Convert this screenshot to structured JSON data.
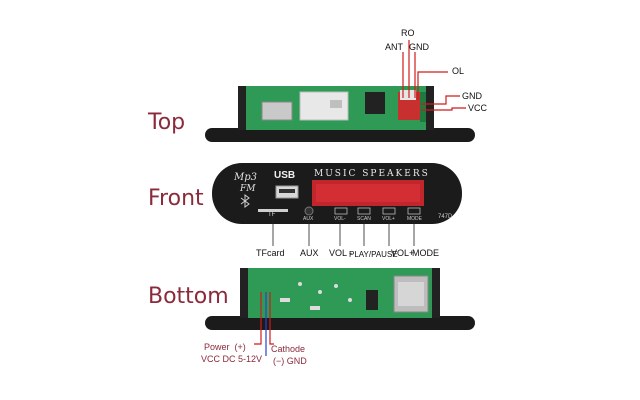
{
  "views": {
    "top": "Top",
    "front": "Front",
    "bottom": "Bottom"
  },
  "top_pins": {
    "ro": "RO",
    "ant": "ANT",
    "gnd": "GND",
    "ol": "OL",
    "gnd2": "GND",
    "vcc": "VCC"
  },
  "panel": {
    "logo_line1": "Mp3",
    "logo_line2": "FM",
    "usb": "USB",
    "brand": "MUSIC SPEAKERS",
    "tf_slot": "TF",
    "aux_jack": "AUX",
    "btn_vol_minus": "VOL-",
    "btn_scan": "SCAN",
    "btn_vol_plus": "VOL+",
    "btn_mode": "MODE",
    "model": "747D",
    "bluetooth_icon": "bluetooth-icon"
  },
  "front_labels": {
    "tfcard": "TFcard",
    "aux": "AUX",
    "vol_minus": "VOL -",
    "play_pause": "PLAY/PAUSE",
    "vol_plus": "VOL+",
    "mode": "MODE"
  },
  "bottom_labels": {
    "power": "Power  (+)",
    "vcc": "VCC DC 5-12V",
    "cathode": "Cathode",
    "gnd": "(−) GND"
  },
  "colors": {
    "title": "#8b2a3a",
    "pcb": "#2f9a55",
    "panel": "#1b1b1b",
    "display": "#c0262c",
    "red_wire": "#d01a1a",
    "blue_wire": "#2a3fd6"
  }
}
